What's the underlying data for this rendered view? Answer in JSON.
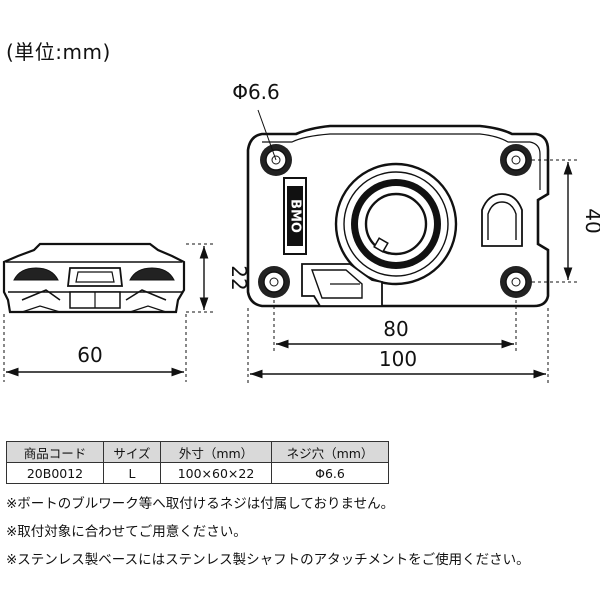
{
  "unit_label": "(単位:mm)",
  "drawing": {
    "dim_hole": "Φ6.6",
    "dim_side_width": "60",
    "dim_side_height": "22",
    "dim_hole_span": "80",
    "dim_total_width": "100",
    "dim_hole_pitch": "40",
    "brand": "BMO"
  },
  "table": {
    "headers": [
      "商品コード",
      "サイズ",
      "外寸（mm）",
      "ネジ穴（mm）"
    ],
    "row": [
      "20B0012",
      "L",
      "100×60×22",
      "Φ6.6"
    ]
  },
  "notes": [
    "※ボートのブルワーク等へ取付けるネジは付属しておりません。",
    "※取付対象に合わせてご用意ください。",
    "※ステンレス製ベースにはステンレス製シャフトのアタッチメントをご使用ください。"
  ]
}
